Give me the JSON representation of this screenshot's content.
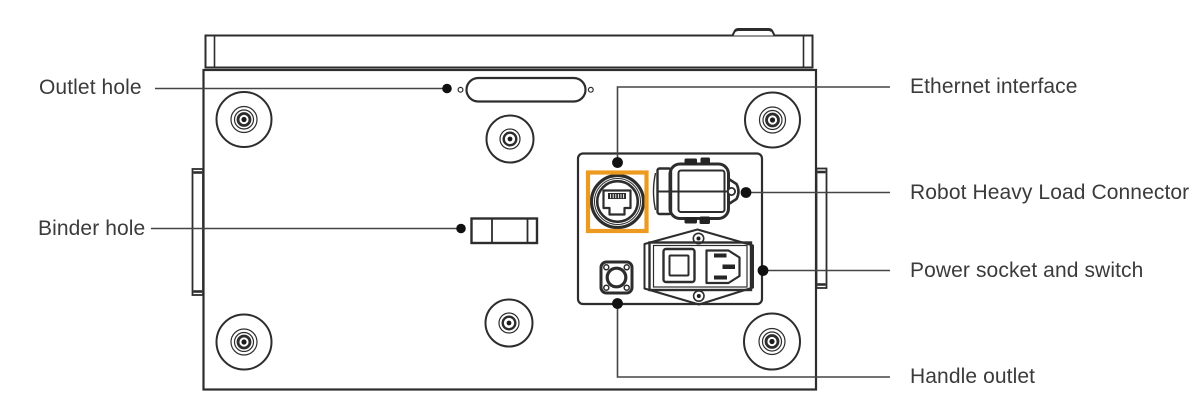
{
  "labels": {
    "outlet_hole": "Outlet hole",
    "binder_hole": "Binder hole",
    "ethernet_interface": "Ethernet interface",
    "robot_heavy_load_connector": "Robot Heavy Load Connector",
    "power_socket_and_switch": "Power socket and switch",
    "handle_outlet": "Handle outlet"
  },
  "highlight": {
    "target": "ethernet-port",
    "color": "#ED9A20"
  },
  "colors": {
    "outline": "#2d2d2d",
    "leader_line": "#454545",
    "label_text": "#3b3b3b",
    "background": "#ffffff"
  }
}
